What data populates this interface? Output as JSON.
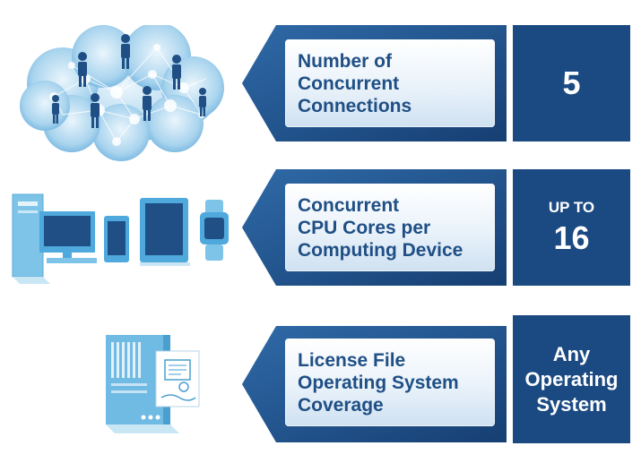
{
  "rows": [
    {
      "label": "Number of\nConcurrent\nConnections",
      "value": "5"
    },
    {
      "label": "Concurrent\nCPU Cores per\nComputing Device",
      "value_prefix": "UP TO",
      "value": "16"
    },
    {
      "label": "License File\nOperating System\nCoverage",
      "value": "Any\nOperating\nSystem"
    }
  ],
  "colors": {
    "dark_blue": "#1b4a83",
    "label_text": "#1f4f85",
    "light_blue": "#6fbbe4"
  }
}
